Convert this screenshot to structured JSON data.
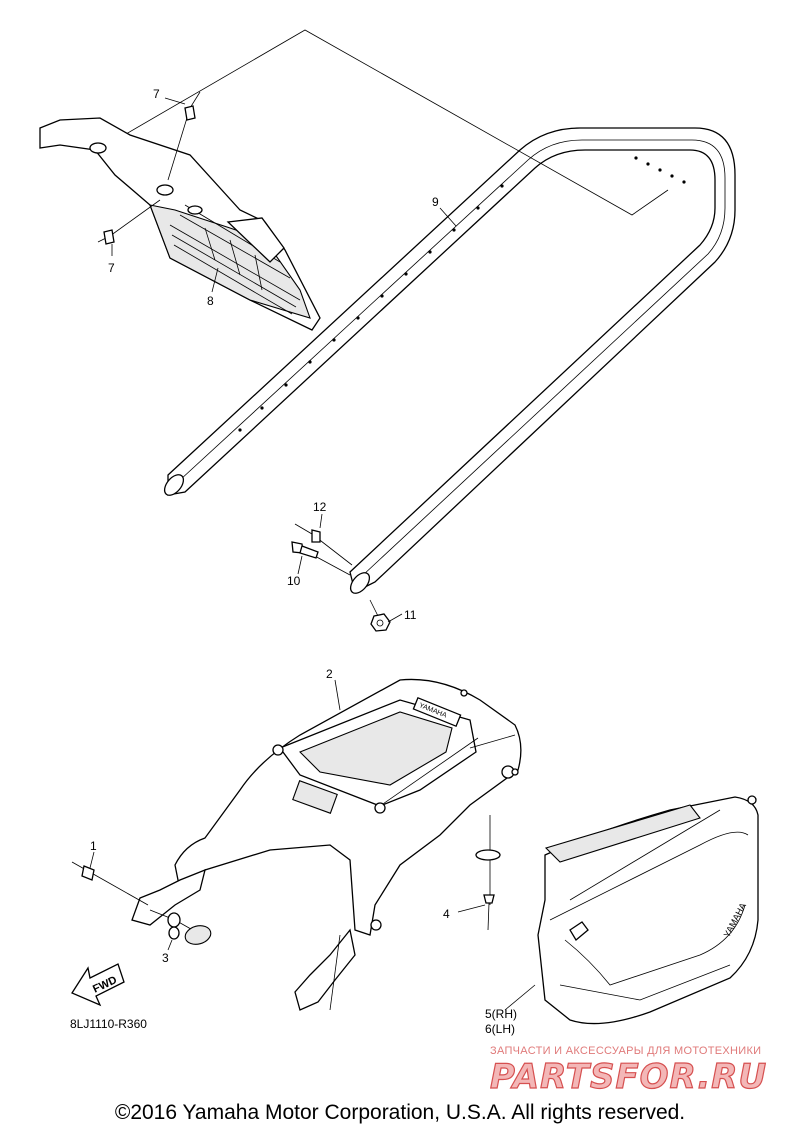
{
  "callouts": {
    "c1": "1",
    "c2": "2",
    "c3": "3",
    "c4": "4",
    "c5": "5(RH)",
    "c6": "6(LH)",
    "c7a": "7",
    "c7b": "7",
    "c8": "8",
    "c9": "9",
    "c10": "10",
    "c11": "11",
    "c12": "12"
  },
  "fwd_label": "FWD",
  "diagram_code": "8LJ1110-R360",
  "bag_brand": "YAMAHA",
  "watermark": {
    "tagline": "ЗАПЧАСТИ И АКСЕССУАРЫ ДЛЯ МОТОТЕХНИКИ",
    "site": "PARTSFOR.RU"
  },
  "copyright": "©2016 Yamaha Motor Corporation, U.S.A. All rights reserved."
}
